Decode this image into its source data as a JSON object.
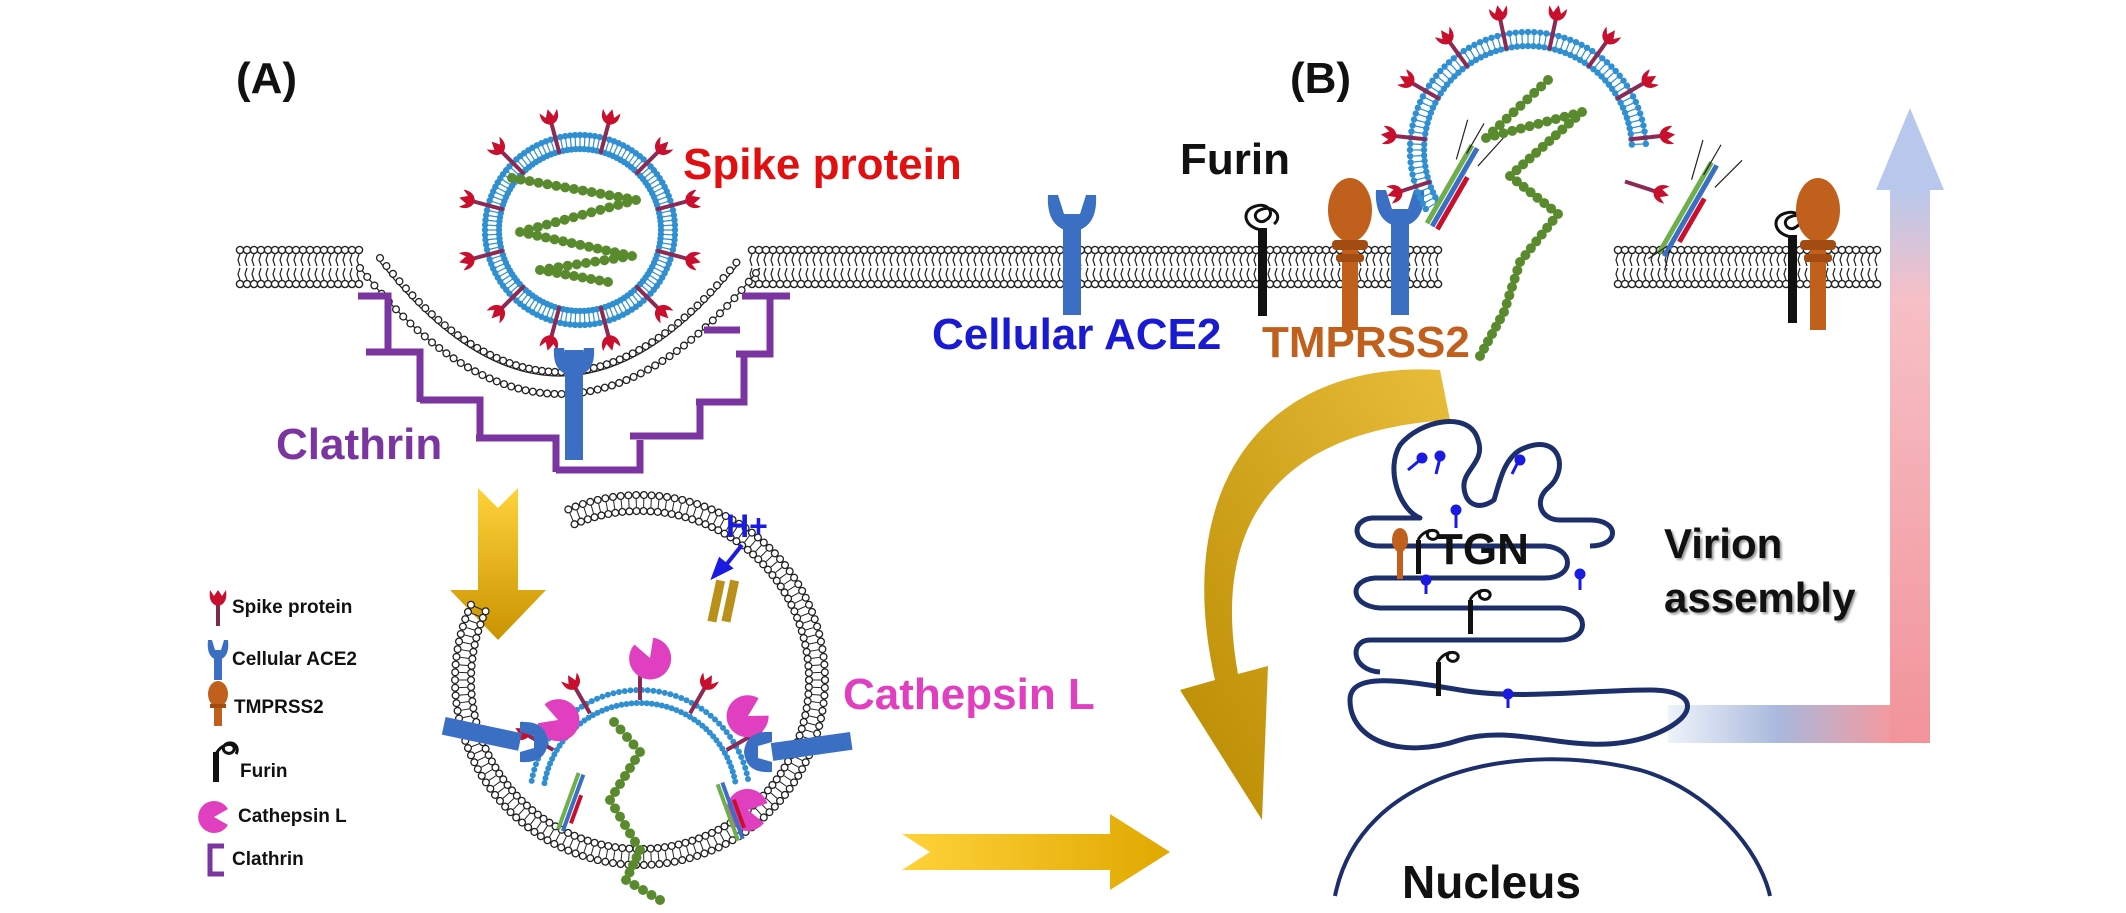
{
  "panels": {
    "a": "(A)",
    "b": "(B)"
  },
  "labels": {
    "spike": "Spike protein",
    "clathrin": "Clathrin",
    "cellular_ace2": "Cellular ACE2",
    "furin": "Furin",
    "tmprss2": "TMPRSS2",
    "h_plus": "H+",
    "cathepsin_l": "Cathepsin L",
    "tgn": "TGN",
    "nucleus": "Nucleus",
    "virion_1": "Virion",
    "virion_2": "assembly"
  },
  "legend": {
    "items": [
      {
        "icon": "spike-protein-icon",
        "label": "Spike protein"
      },
      {
        "icon": "ace2-receptor-icon",
        "label": "Cellular ACE2"
      },
      {
        "icon": "tmprss2-icon",
        "label": "TMPRSS2"
      },
      {
        "icon": "furin-icon",
        "label": "Furin"
      },
      {
        "icon": "cathepsin-l-icon",
        "label": "Cathepsin L"
      },
      {
        "icon": "clathrin-icon",
        "label": "Clathrin"
      }
    ]
  },
  "colors": {
    "spike": "#c8102e",
    "virus_membrane": "#2f8fd0",
    "rna": "#5a8a2e",
    "ace2": "#3b6fc4",
    "tmprss2": "#c0601c",
    "furin": "#111111",
    "cathepsin": "#e040c0",
    "clathrin": "#7a35a0",
    "arrow_gold": "#d9a400",
    "tgn": "#1c2f6b",
    "h_plus": "#1a1ae0",
    "cathepsin_text": "#e040c0",
    "clathrin_text": "#7a35a0",
    "ace2_text": "#1a1ad0",
    "tmprss2_text": "#c0601c",
    "spike_text": "#e01010"
  }
}
